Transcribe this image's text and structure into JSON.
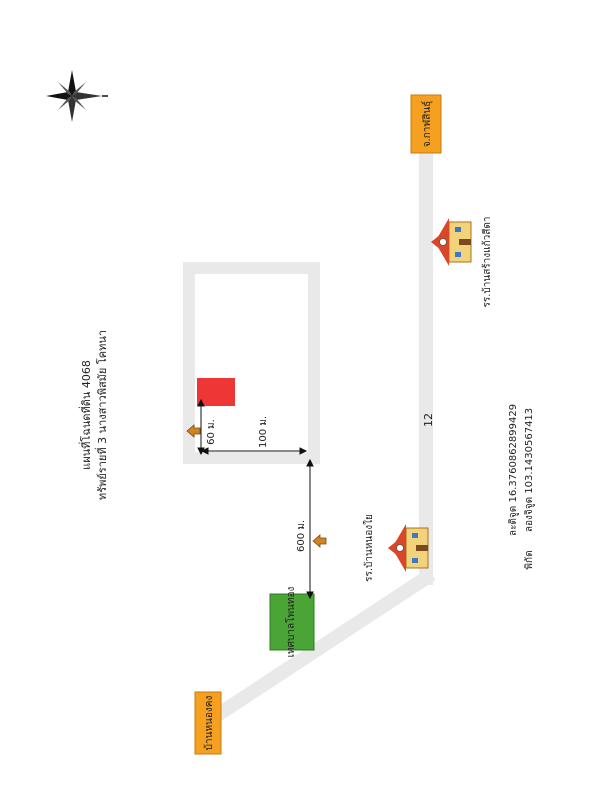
{
  "title": {
    "line1": "แผนที่โฉนดที่ดิน 4068",
    "line2": "ทรัพย์รายที่ 3 นางสาวพิสมัย  โคทนา"
  },
  "coordinates": {
    "label": "พิกัด",
    "lat": "ละติจูด 16.3760862899429",
    "lon": "ลองจิจูด 103.1430567413"
  },
  "places": {
    "kalasin": "จ.กาฬสินธุ์",
    "ban_nong_kong": "บ้านหนองคง",
    "school_top": "รร.บ้านสร้างแก้วสีดา",
    "school_mid": "รร.บ้านหนองใย",
    "municipality": "เทศบาลโพนทอง"
  },
  "road": {
    "number": "12"
  },
  "distances": {
    "d60": "60 ม.",
    "d100": "100 ม.",
    "d600": "600 ม."
  },
  "colors": {
    "road": "#e9e9e9",
    "label_box": "#f5a020",
    "plot": "#ef3636",
    "municipality": "#4aa436"
  }
}
